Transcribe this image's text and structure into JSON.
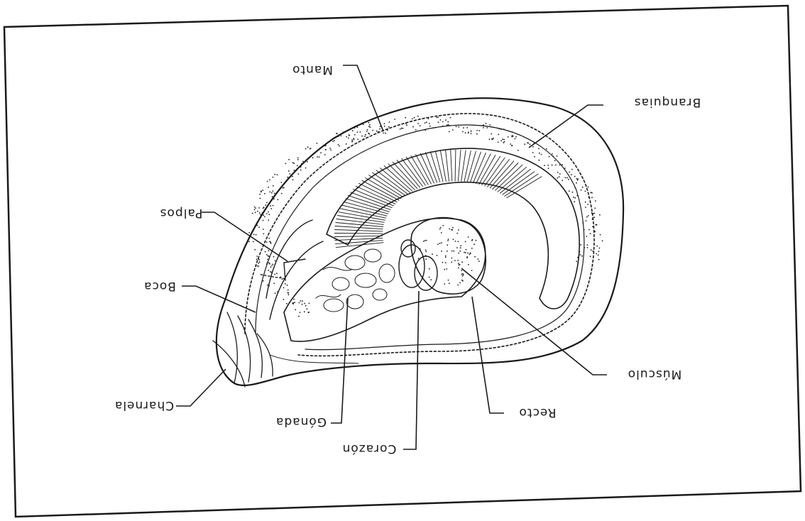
{
  "diagram": {
    "labels": {
      "manto": "Manto",
      "branquias": "Branquias",
      "palpos": "Palpos",
      "boca": "Boca",
      "charnela": "Charnela",
      "gonada": "Gónada",
      "corazon": "Corazón",
      "recto": "Recto",
      "musculo": "Músculo"
    },
    "orientation": "upside-down",
    "colors": {
      "ink": "#1a1a1a",
      "paper": "#ffffff"
    }
  }
}
